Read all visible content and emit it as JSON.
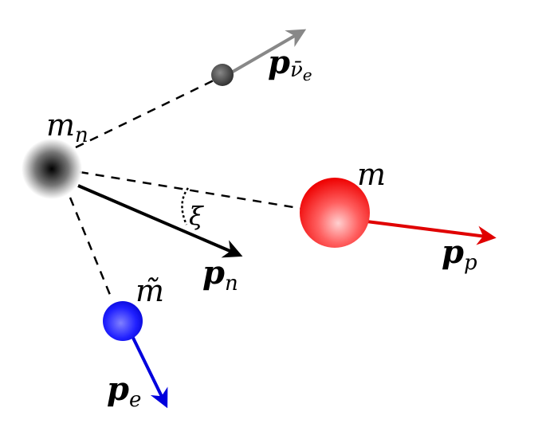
{
  "labels": {
    "neutron_mass": {
      "main": "m",
      "sub": "n"
    },
    "proton_mass": "m",
    "electron_mass": "m̃",
    "angle": "ξ",
    "p_antineutrino": {
      "main": "p",
      "sub": "ν̄",
      "subsub": "e"
    },
    "p_neutron": {
      "main": "p",
      "sub": "n"
    },
    "p_proton": {
      "main": "p",
      "sub": "p"
    },
    "p_electron": {
      "main": "p",
      "sub": "e"
    }
  },
  "colors": {
    "neutron": "#000000",
    "antineutrino": "#444444",
    "proton": "#ff0000",
    "electron": "#1010ff",
    "antineutrino_arrow": "#888888",
    "neutron_arrow": "#000000",
    "proton_arrow": "#e00000",
    "electron_arrow": "#0000dd"
  }
}
